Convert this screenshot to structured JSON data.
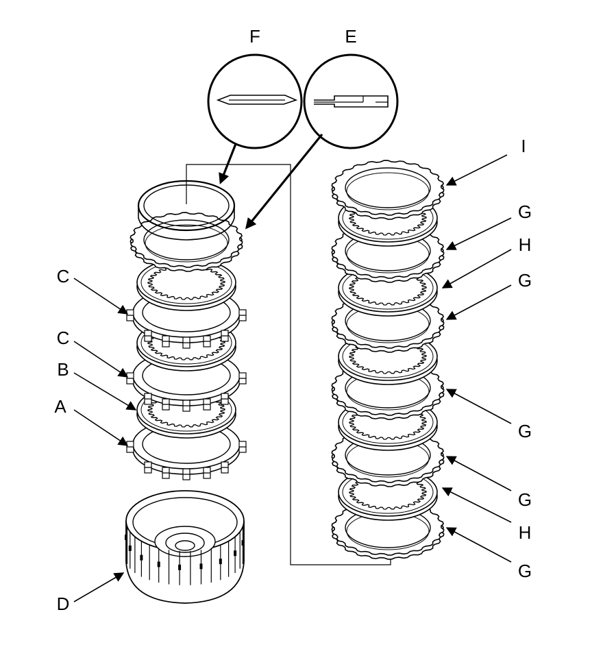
{
  "labels": {
    "A": "A",
    "B": "B",
    "C_upper": "C",
    "C_lower": "C",
    "D": "D",
    "E": "E",
    "F": "F",
    "I": "I",
    "G1": "G",
    "H1": "H",
    "G2": "G",
    "G3": "G",
    "G4": "G",
    "H2": "H",
    "G5": "G"
  },
  "colors": {
    "line": "#000000",
    "background": "#ffffff"
  }
}
